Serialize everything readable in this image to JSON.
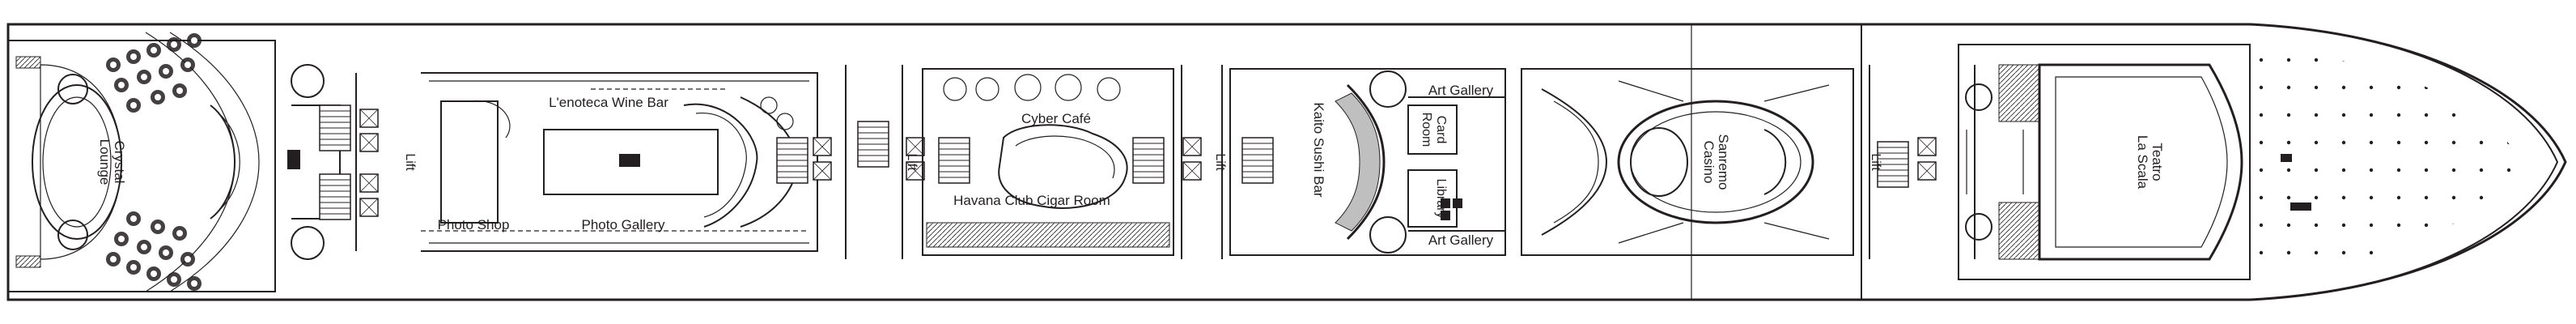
{
  "deck_plan": {
    "labels": {
      "crystal_lounge_line1": "Crystal",
      "crystal_lounge_line2": "Lounge",
      "lift_1": "Lift",
      "photo_shop": "Photo Shop",
      "enoteca_wine_bar": "L'enoteca Wine Bar",
      "photo_gallery": "Photo Gallery",
      "lift_2": "Lift",
      "cyber_cafe": "Cyber Café",
      "havana_club": "Havana Club Cigar Room",
      "lift_3": "Lift",
      "kaito_sushi_bar": "Kaito Sushi Bar",
      "art_gallery_top": "Art Gallery",
      "card_room_line1": "Card",
      "card_room_line2": "Room",
      "library": "Library",
      "art_gallery_bottom": "Art Gallery",
      "sanremo_casino_line1": "Sanremo",
      "sanremo_casino_line2": "Casino",
      "lift_4": "Lift",
      "teatro_line1": "Teatro",
      "teatro_line2": "La Scala"
    },
    "colors": {
      "ink": "#231f20",
      "background": "#ffffff",
      "shading": "#bfbfbf"
    }
  }
}
